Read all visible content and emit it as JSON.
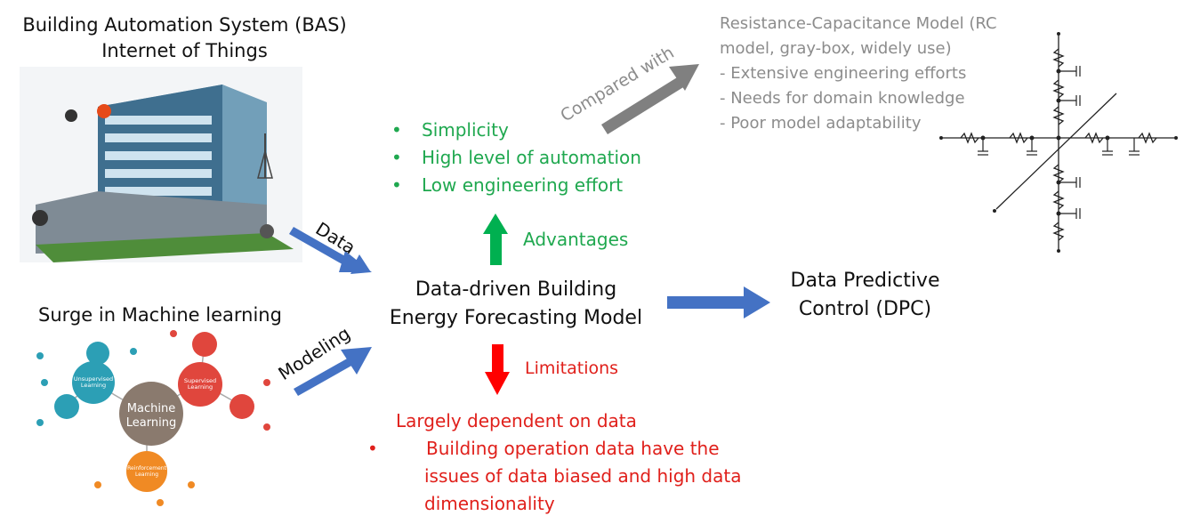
{
  "bas": {
    "title_line1": "Building Automation System (BAS)",
    "title_line2": "Internet of Things"
  },
  "ml": {
    "title": "Surge in Machine learning",
    "center_label_1": "Machine",
    "center_label_2": "Learning",
    "clusters": [
      {
        "label": "Unsupervised Learning"
      },
      {
        "label": "Supervised Learning"
      },
      {
        "label": "Reinforcement Learning"
      }
    ]
  },
  "arrows": {
    "data_label": "Data",
    "modeling_label": "Modeling",
    "compared_label": "Compared with"
  },
  "advantages": {
    "label": "Advantages",
    "items": [
      "Simplicity",
      "High level of automation",
      "Low engineering effort"
    ]
  },
  "main_model": {
    "line1": "Data-driven Building",
    "line2": "Energy Forecasting Model"
  },
  "limitations": {
    "label": "Limitations",
    "heading": "Largely dependent on data",
    "items": [
      "Building operation data have the issues of data biased and high data dimensionality"
    ]
  },
  "dpc": {
    "line1": "Data Predictive",
    "line2": "Control (DPC)"
  },
  "rc_model": {
    "line1": "Resistance-Capacitance Model (RC",
    "line2": "model, gray-box, widely use)",
    "items": [
      "- Extensive engineering efforts",
      "- Needs for domain knowledge",
      "- Poor model adaptability"
    ]
  },
  "colors": {
    "blue_arrow": "#4472c4",
    "green": "#1fa84f",
    "red": "#e0201b",
    "gray": "#8c8c8c"
  }
}
